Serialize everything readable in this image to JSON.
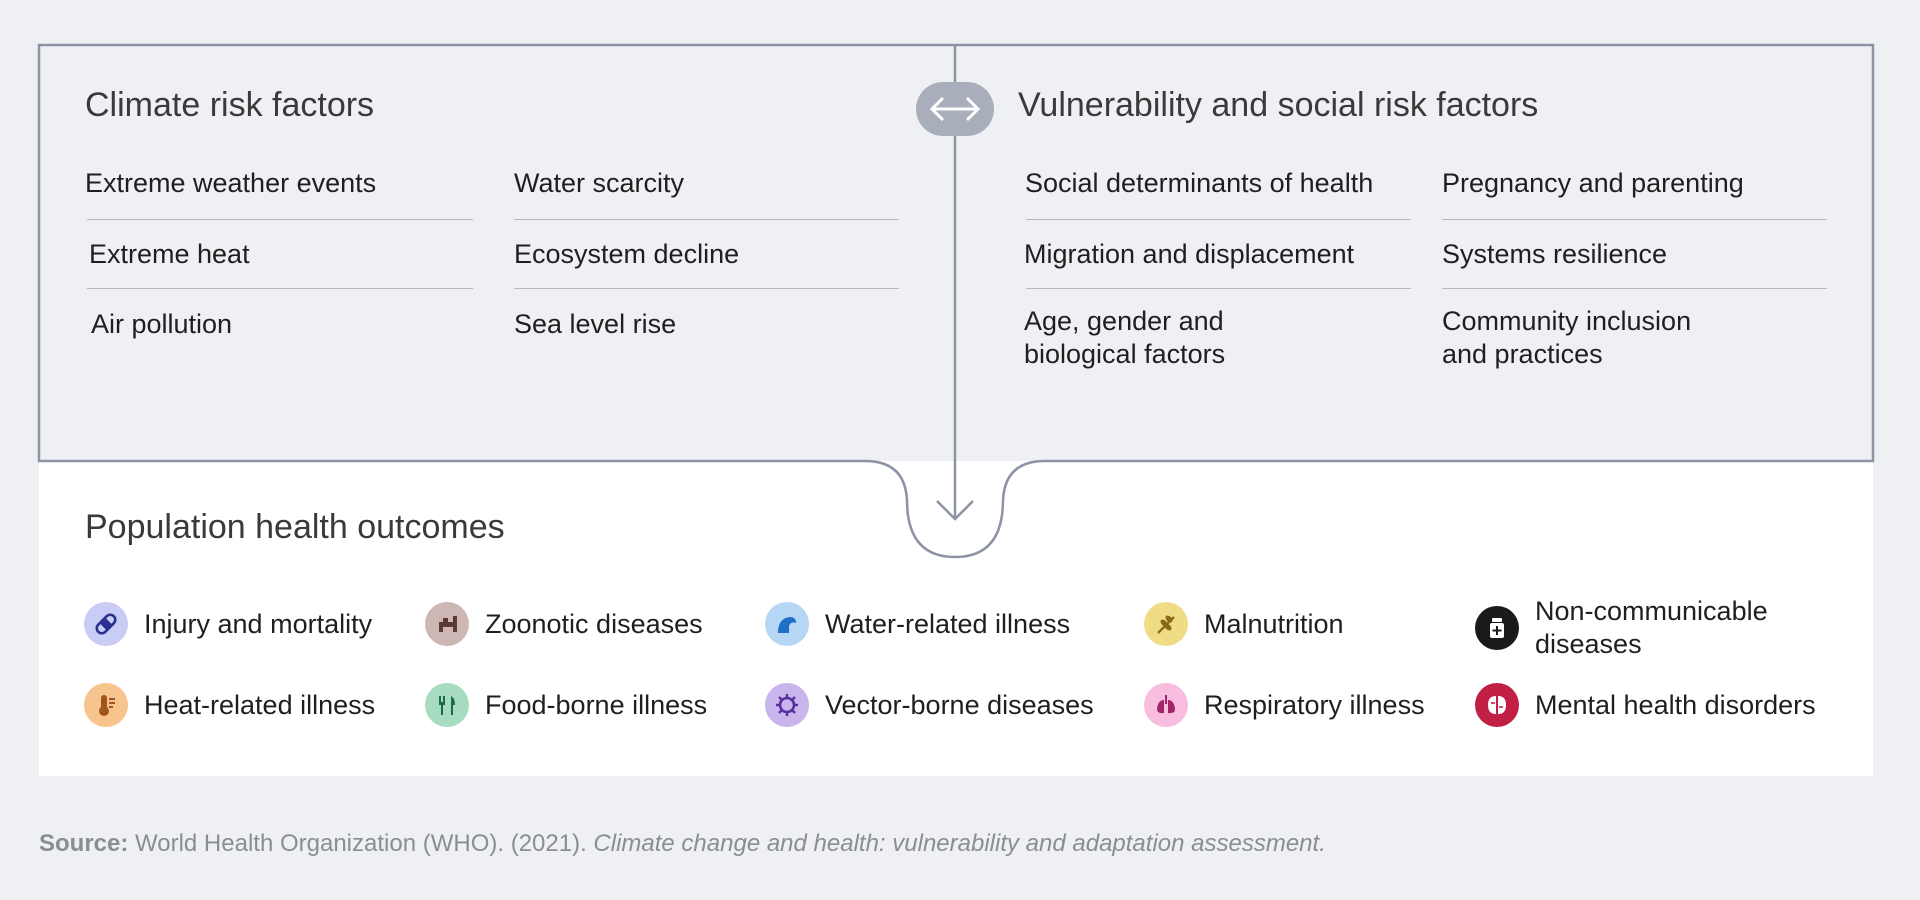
{
  "climate": {
    "title": "Climate risk factors",
    "left": [
      "Extreme weather events",
      "Extreme heat",
      "Air pollution"
    ],
    "right": [
      "Water scarcity",
      "Ecosystem decline",
      "Sea level rise"
    ]
  },
  "vulnerability": {
    "title": "Vulnerability and social risk factors",
    "left": [
      "Social determinants of health",
      "Migration and displacement",
      "Age, gender and",
      "biological factors"
    ],
    "right": [
      "Pregnancy and parenting",
      "Systems resilience",
      "Community inclusion",
      "and practices"
    ]
  },
  "outcomes": {
    "title": "Population health outcomes",
    "items": [
      {
        "label": "Injury and mortality",
        "icon": "bandage-icon",
        "bg": "#c9ccf5",
        "fg": "#2b2f8f"
      },
      {
        "label": "Zoonotic diseases",
        "icon": "animal-icon",
        "bg": "#cdb7b5",
        "fg": "#5b3a36"
      },
      {
        "label": "Water-related illness",
        "icon": "wave-icon",
        "bg": "#b6d6f6",
        "fg": "#1f6fc7"
      },
      {
        "label": "Malnutrition",
        "icon": "wheat-icon",
        "bg": "#f1dc86",
        "fg": "#8a6a10"
      },
      {
        "label": "Non-communicable",
        "label2": "diseases",
        "icon": "medicine-jar-icon",
        "bg": "#1a1a1a",
        "fg": "#ffffff"
      },
      {
        "label": "Heat-related illness",
        "icon": "thermometer-icon",
        "bg": "#f7c48e",
        "fg": "#a0561b"
      },
      {
        "label": "Food-borne illness",
        "icon": "cutlery-icon",
        "bg": "#a8dcc1",
        "fg": "#1d6b47"
      },
      {
        "label": "Vector-borne diseases",
        "icon": "virus-icon",
        "bg": "#c7b5ec",
        "fg": "#5a2fa0"
      },
      {
        "label": "Respiratory illness",
        "icon": "lungs-icon",
        "bg": "#f8bddf",
        "fg": "#a2246b"
      },
      {
        "label": "Mental health disorders",
        "icon": "brain-icon",
        "bg": "#c21f45",
        "fg": "#ffffff"
      }
    ]
  },
  "source": {
    "prefix": "Source:",
    "text": " World Health Organization (WHO). (2021). ",
    "italic": "Climate change and health: vulnerability and adaptation assessment."
  },
  "colors": {
    "frame": "#8c93a5",
    "swap": "#a9aebb"
  }
}
